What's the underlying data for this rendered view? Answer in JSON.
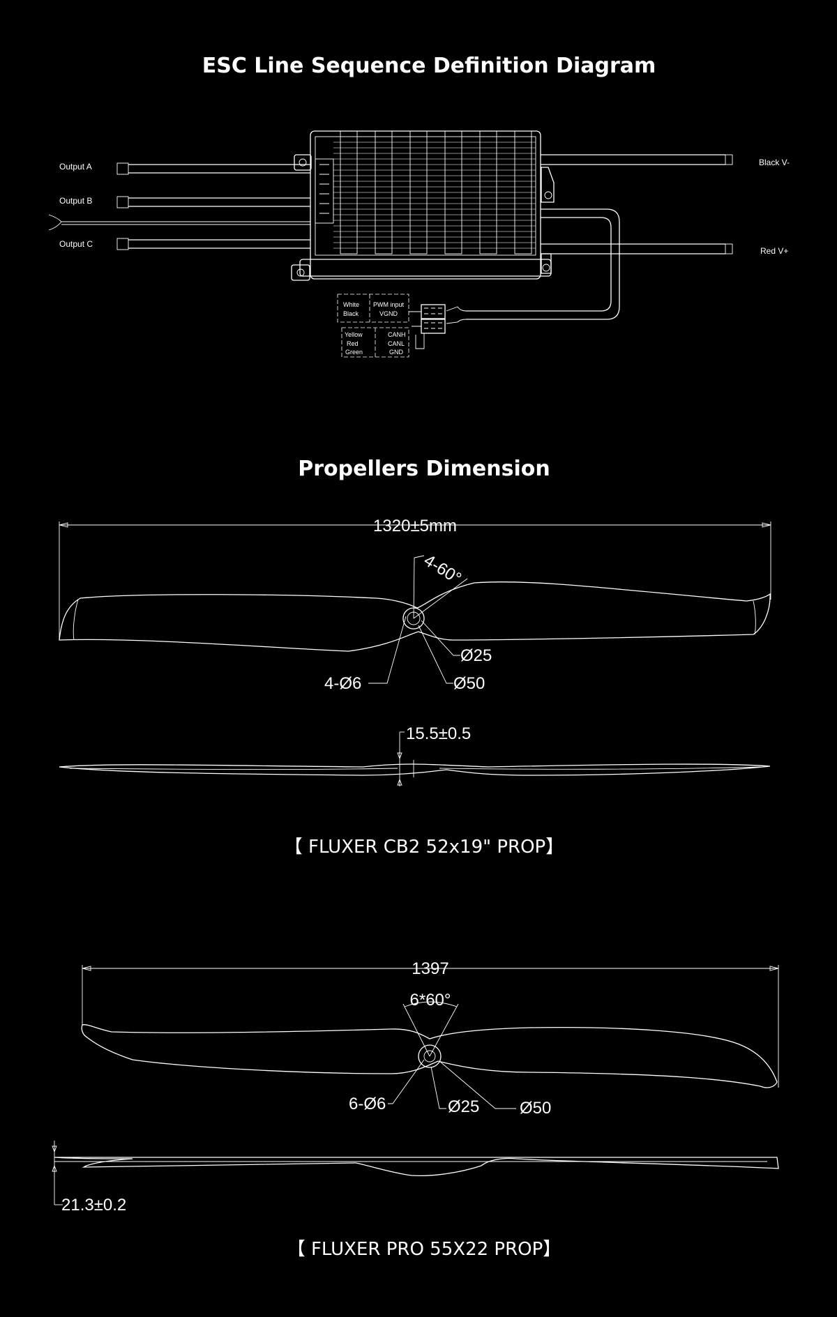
{
  "esc": {
    "title": "ESC Line Sequence Definition Diagram",
    "output_a": "Output  A",
    "output_b": "Output  B",
    "output_c": "Output  C",
    "black": "Black   V-",
    "red": "Red   V+",
    "signal_table": [
      {
        "color": "White",
        "signal": "PWM input"
      },
      {
        "color": "Black",
        "signal": "VGND"
      }
    ],
    "can_table": [
      {
        "color": "Yellow",
        "signal": "CANH"
      },
      {
        "color": "Red",
        "signal": "CANL"
      },
      {
        "color": "Green",
        "signal": "GND"
      }
    ]
  },
  "props": {
    "title": "Propellers Dimension",
    "cb2": {
      "length": "1320±5mm",
      "angle": "4-60°",
      "hole": "4-Ø6",
      "d25": "Ø25",
      "d50": "Ø50",
      "thickness": "15.5±0.5",
      "caption": "【 FLUXER CB2 52x19\" PROP】"
    },
    "pro": {
      "length": "1397",
      "angle": "6*60°",
      "hole": "6-Ø6",
      "d25": "Ø25",
      "d50": "Ø50",
      "thickness": "21.3±0.2",
      "caption": "【 FLUXER PRO 55X22 PROP】"
    }
  },
  "colors": {
    "background": "#000000",
    "line": "#ffffff"
  }
}
